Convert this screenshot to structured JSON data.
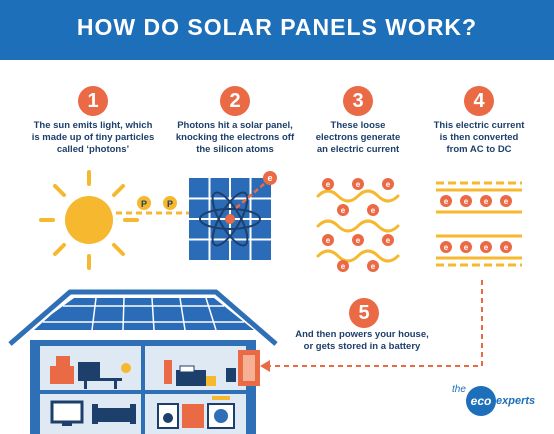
{
  "title": "HOW DO SOLAR PANELS WORK?",
  "steps": [
    {
      "number": "1",
      "lines": [
        "The sun emits light, which",
        "is made up of tiny particles",
        "called ‘photons’"
      ]
    },
    {
      "number": "2",
      "lines": [
        "Photons hit a solar panel,",
        "knocking the electrons off",
        "the silicon atoms"
      ]
    },
    {
      "number": "3",
      "lines": [
        "These loose",
        "electrons generate",
        "an electric current"
      ]
    },
    {
      "number": "4",
      "lines": [
        "This electric current",
        "is then converted",
        "from AC to DC"
      ]
    },
    {
      "number": "5",
      "lines": [
        "And then powers your house,",
        "or gets stored in a battery"
      ]
    }
  ],
  "particles": {
    "photon": "P",
    "electron": "e"
  },
  "brand": {
    "prefix": "the",
    "mark": "eco",
    "suffix": "experts"
  },
  "colors": {
    "header": "#1e6fb9",
    "accent": "#ea6a45",
    "sun": "#f5b82e",
    "panel": "#2b6cb8",
    "navy": "#1d3f6b",
    "house": "#2e6fb5"
  },
  "icons": [
    "sun-icon",
    "photon-icon",
    "solar-panel-icon",
    "atom-icon",
    "electron-icon",
    "wave-icon",
    "house-icon",
    "battery-icon"
  ]
}
